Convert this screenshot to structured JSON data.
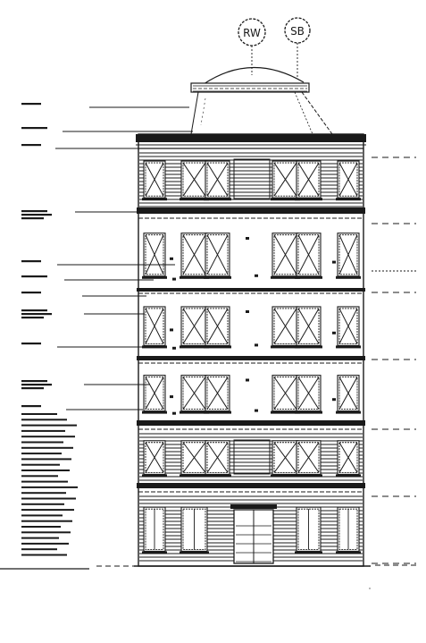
{
  "grid_refs": {
    "left": "RW",
    "right": "SB"
  },
  "annotations": [
    {
      "id": "a1",
      "text": ""
    },
    {
      "id": "a2",
      "text": ""
    },
    {
      "id": "a3",
      "text": ""
    },
    {
      "id": "a4",
      "text": ""
    },
    {
      "id": "a5",
      "text": ""
    },
    {
      "id": "a6",
      "text": ""
    },
    {
      "id": "a7",
      "text": ""
    },
    {
      "id": "a8",
      "text": ""
    },
    {
      "id": "a9",
      "text": ""
    },
    {
      "id": "a10",
      "text": ""
    },
    {
      "id": "a11",
      "text": ""
    }
  ],
  "floors": 6,
  "ink_color": "#1a1a1a",
  "paper_color": "#ffffff"
}
